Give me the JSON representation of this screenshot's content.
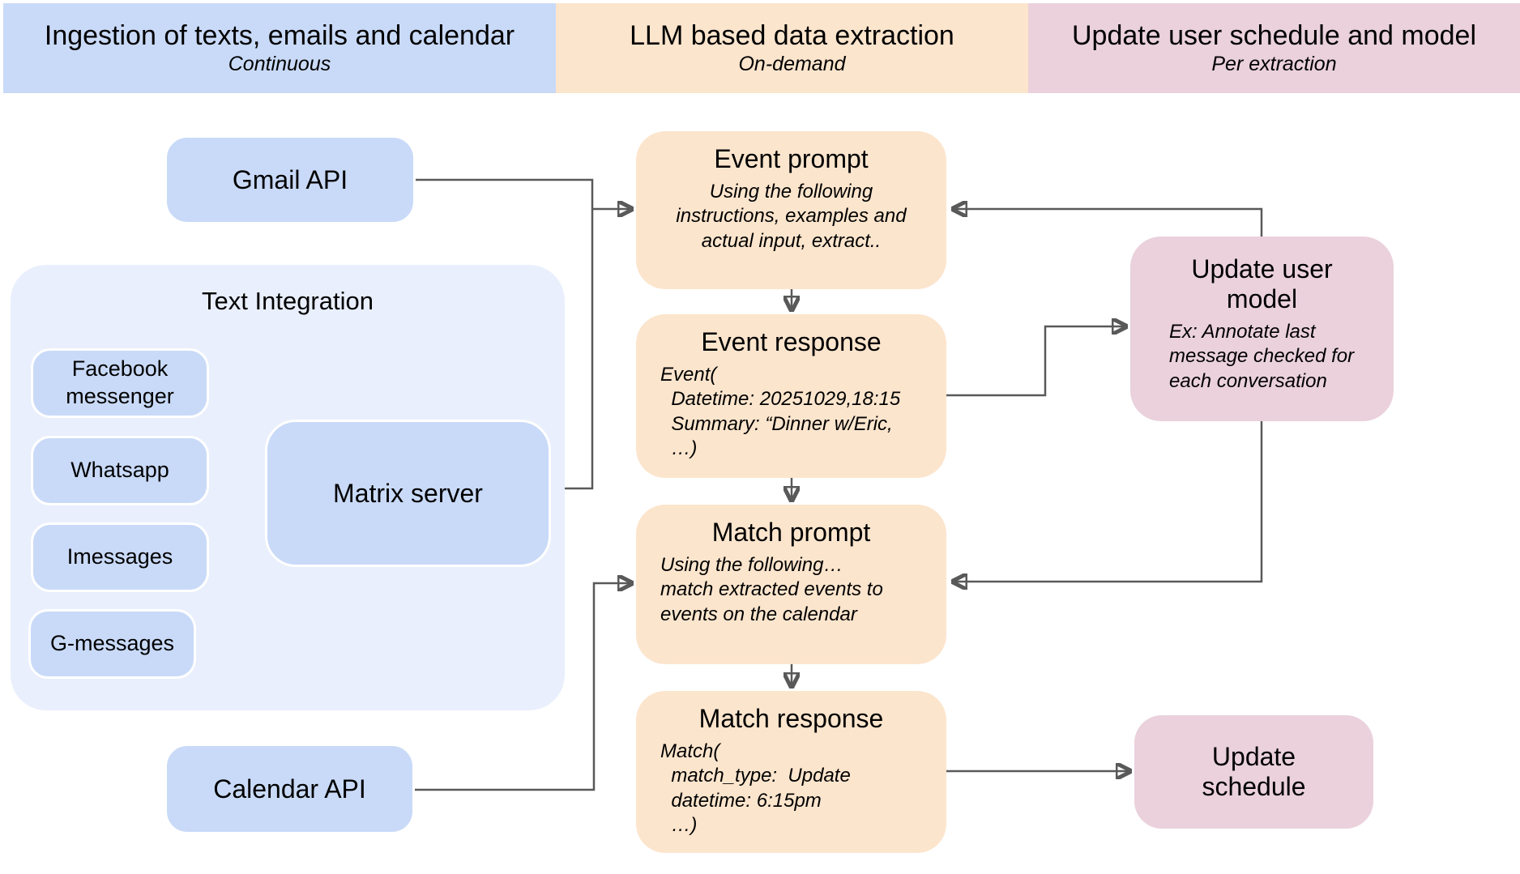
{
  "colors": {
    "ingestion_blue": "#c9daf8",
    "ingestion_container_blue": "#e9effc",
    "llm_peach": "#fce5cd",
    "update_pink": "#ead1dc",
    "connector_gray": "#595959"
  },
  "header": {
    "sections": [
      {
        "title": "Ingestion of texts, emails and calendar",
        "subtitle": "Continuous"
      },
      {
        "title": "LLM based data extraction",
        "subtitle": "On-demand"
      },
      {
        "title": "Update user schedule and model",
        "subtitle": "Per extraction"
      }
    ]
  },
  "left": {
    "gmail_api": "Gmail API",
    "text_integration": {
      "title": "Text Integration",
      "sources": [
        "Facebook\nmessenger",
        "Whatsapp",
        "Imessages",
        "G-messages"
      ],
      "matrix_server": "Matrix server"
    },
    "calendar_api": "Calendar API"
  },
  "middle": {
    "event_prompt": {
      "title": "Event prompt",
      "body": "Using the following\ninstructions, examples and\nactual input, extract.."
    },
    "event_response": {
      "title": "Event response",
      "body": "Event(\n  Datetime: 20251029,18:15\n  Summary: “Dinner w/Eric,\n  …)"
    },
    "match_prompt": {
      "title": "Match prompt",
      "body": "Using the following…\nmatch extracted events to\nevents on the calendar"
    },
    "match_response": {
      "title": "Match response",
      "body": "Match(\n  match_type:  Update\n  datetime: 6:15pm\n  …)"
    }
  },
  "right": {
    "update_user_model": {
      "title": "Update user\nmodel",
      "body": "Ex: Annotate last\nmessage checked for\neach conversation"
    },
    "update_schedule": {
      "title": "Update\nschedule"
    }
  }
}
